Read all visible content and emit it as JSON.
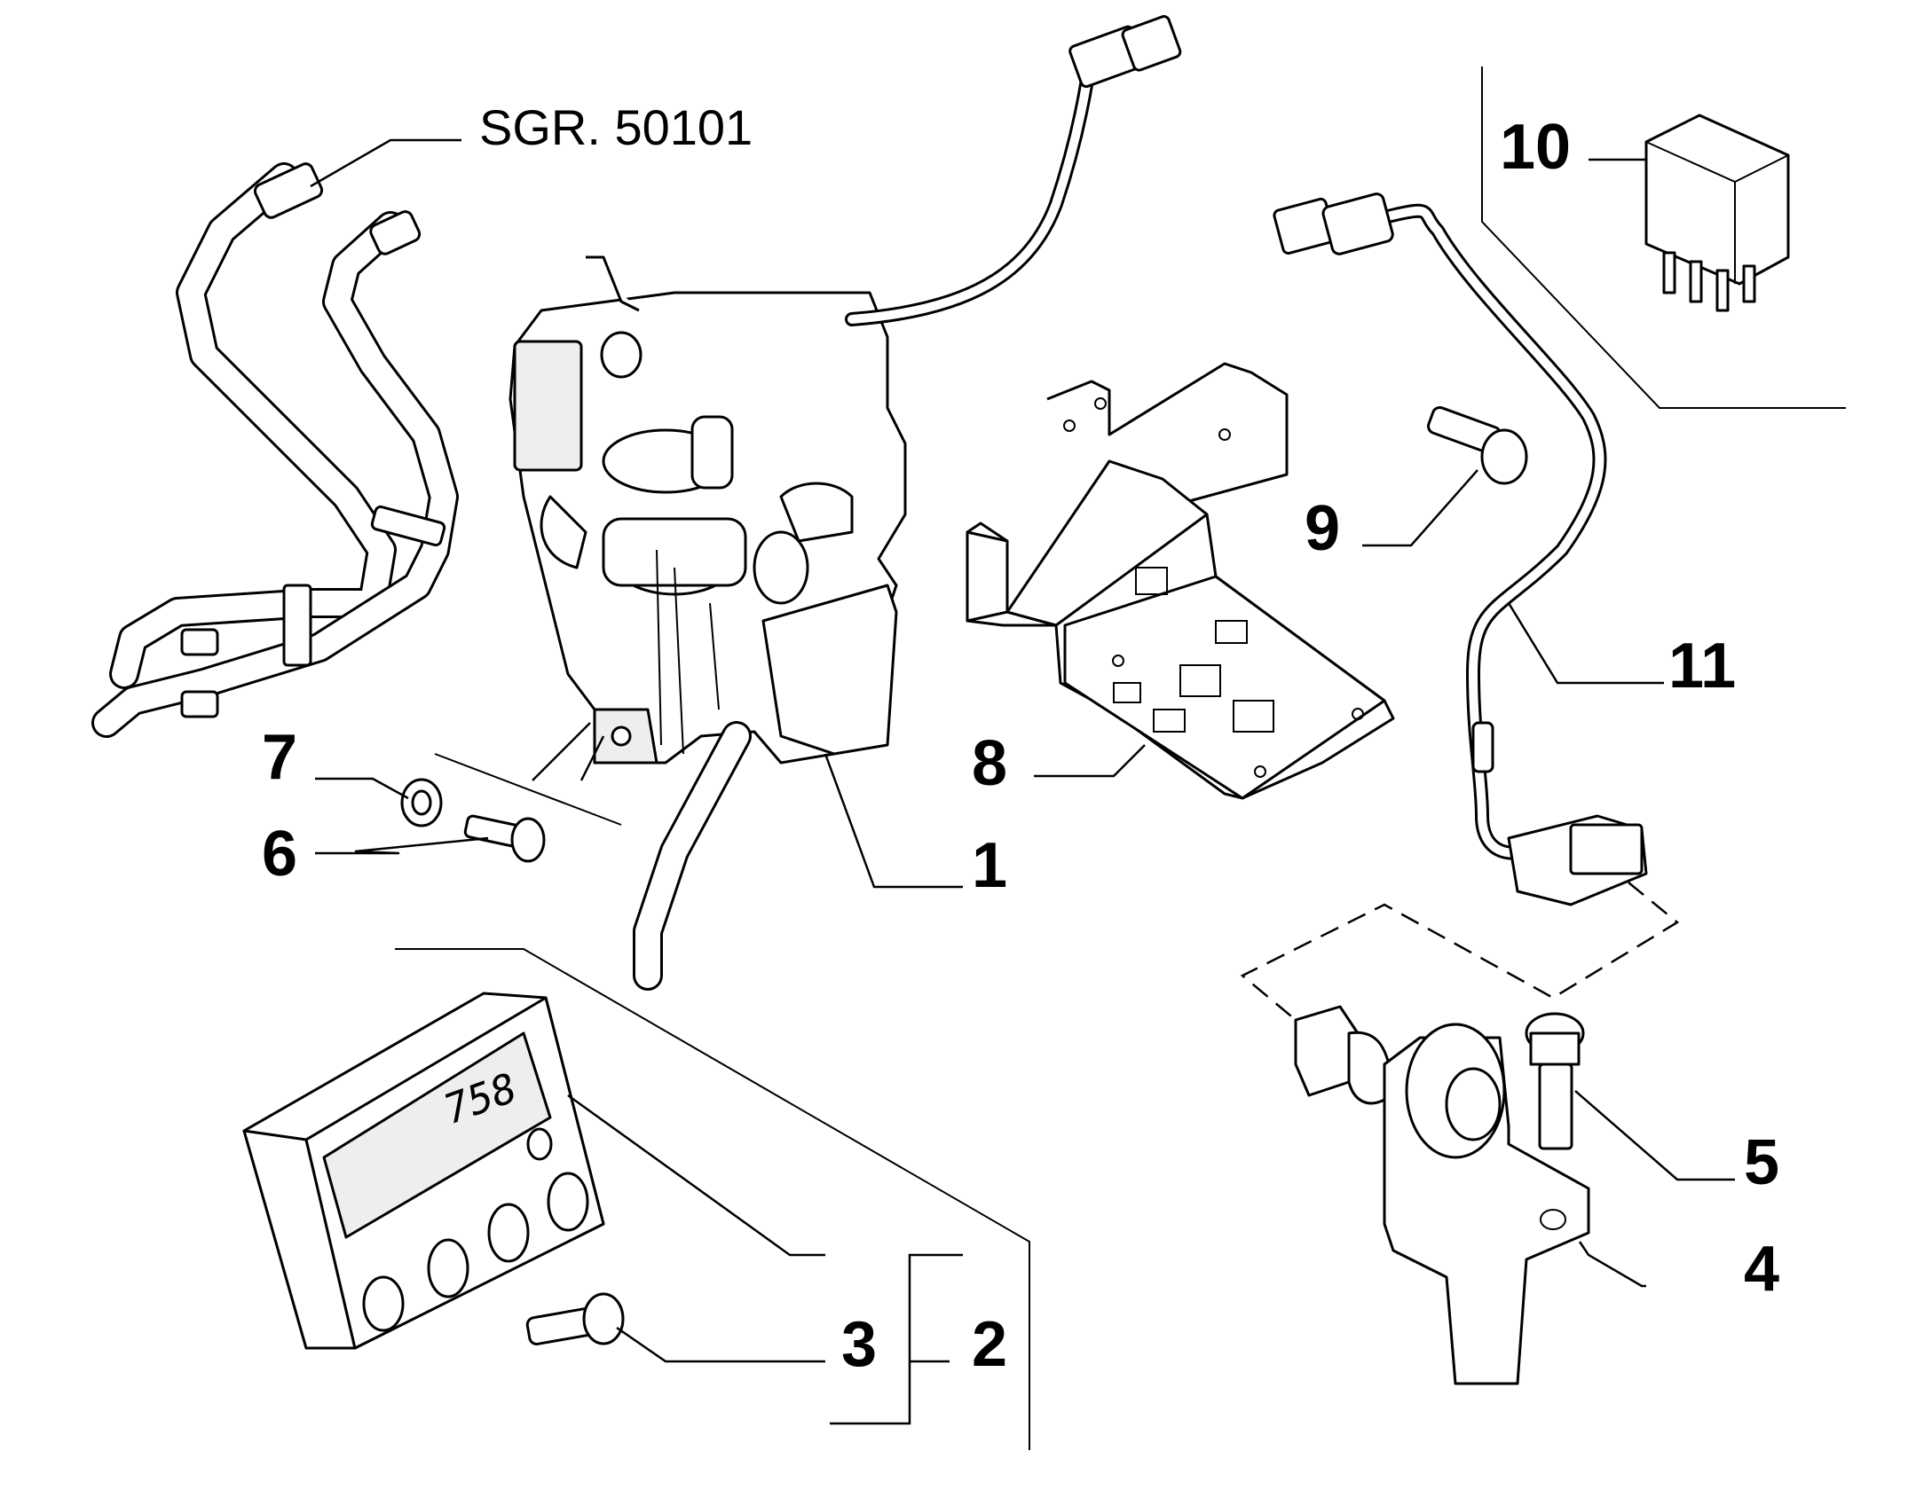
{
  "reference": "SGR. 50101",
  "callouts": {
    "c1": "1",
    "c2": "2",
    "c3": "3",
    "c4": "4",
    "c5": "5",
    "c6": "6",
    "c7": "7",
    "c8": "8",
    "c9": "9",
    "c10": "10",
    "c11": "11"
  },
  "display_readout": "758"
}
